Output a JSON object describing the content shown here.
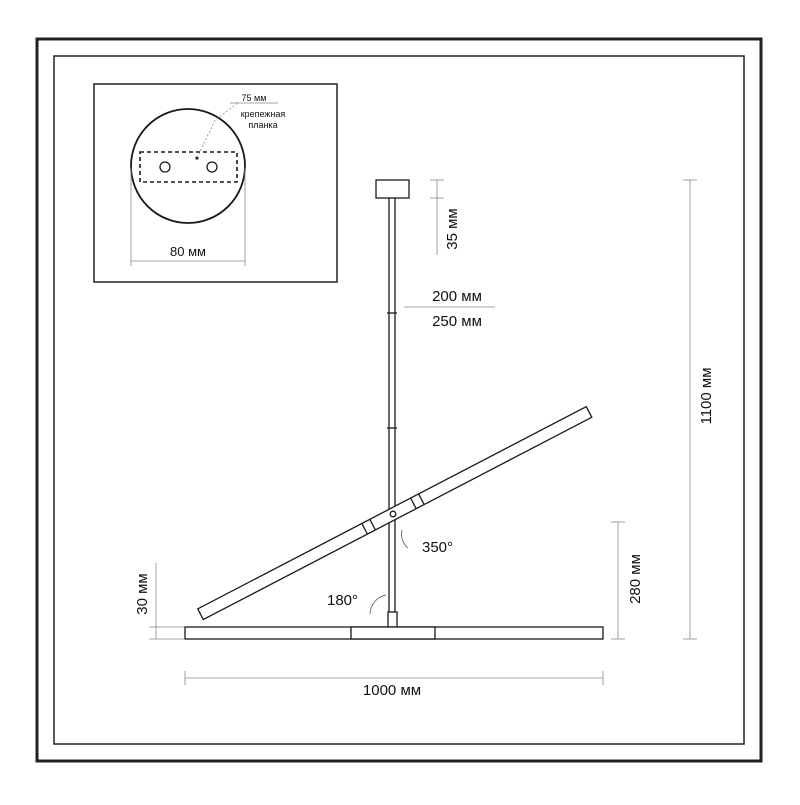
{
  "colors": {
    "ink": "#1a1a1a",
    "frame": "#222222",
    "dim_line": "#888888",
    "background": "#ffffff"
  },
  "inset": {
    "label_bracket_size": "75 мм",
    "label_bracket_name_1": "крепежная",
    "label_bracket_name_2": "планка",
    "label_canopy_diameter": "80 мм"
  },
  "dimensions": {
    "canopy_height": "35 мм",
    "rod_length_1": "200 мм",
    "rod_length_2": "250 мм",
    "total_height": "1100 мм",
    "body_height": "280 мм",
    "bar_thickness": "30 мм",
    "total_width": "1000 мм",
    "rotation_upper": "350°",
    "rotation_lower": "180°"
  }
}
